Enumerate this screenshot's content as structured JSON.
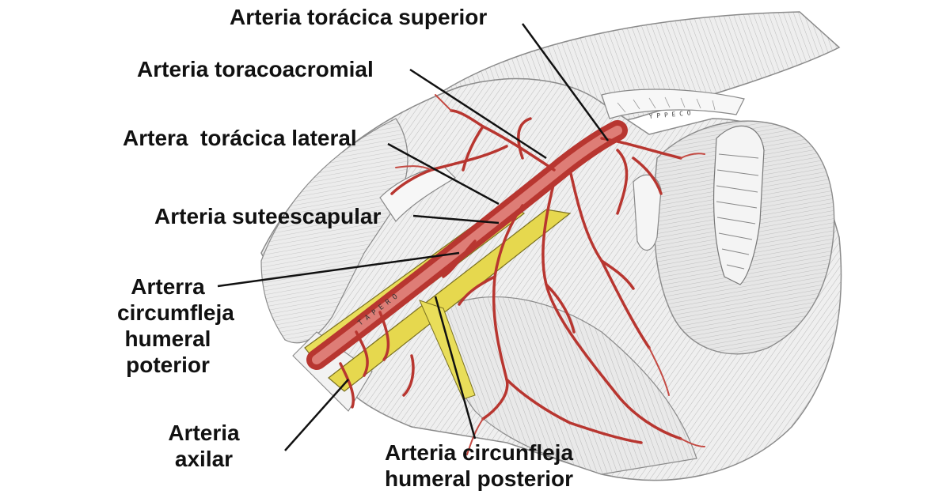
{
  "labels": {
    "toracica_superior": "Arteria torácica superior",
    "toracoacromial": "Arteria toracoacromial",
    "toracica_lateral": "Artera  torácica lateral",
    "suteescapular": "Arteria suteescapular",
    "circ_poterior_lines": [
      "Arterra",
      "circumfleja",
      "humeral",
      "poterior"
    ],
    "axilar_lines": [
      "Arteria",
      "axilar"
    ],
    "circ_posterior_lines": [
      "Arteria circunfleja",
      "humeral posterior"
    ]
  },
  "colors": {
    "artery": "#c8403a",
    "artery_highlight": "#e8908a",
    "vein_nerve": "#e9de5a",
    "muscle_fill": "#eeeeee",
    "muscle_line": "#8a8a8a",
    "leader": "#111111"
  },
  "image_caption_text": [
    "Y P P E C O",
    "T A P E R O"
  ]
}
